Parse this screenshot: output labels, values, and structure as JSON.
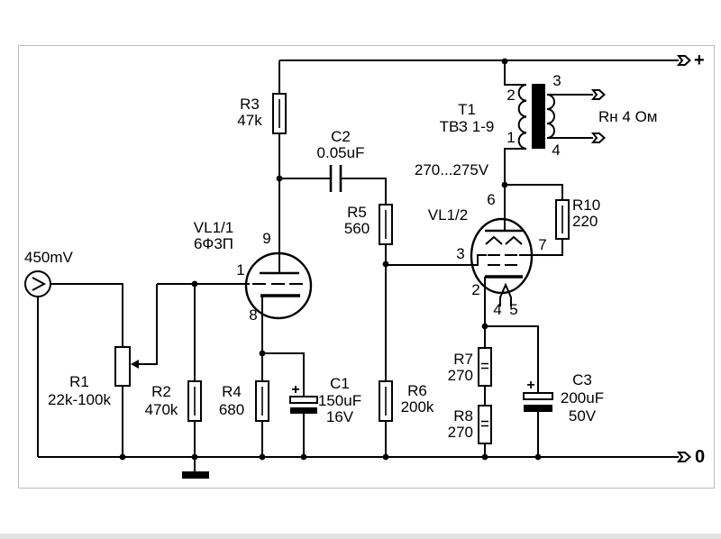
{
  "schematic": {
    "annotations": {
      "input_level": "450mV",
      "anode_voltage": "270...275V",
      "load_impedance": "Rн 4 Ом"
    },
    "terminals": {
      "plus": "+",
      "zero": "0"
    },
    "components": {
      "r1": {
        "name": "R1",
        "value": "22k-100k"
      },
      "r2": {
        "name": "R2",
        "value": "470k"
      },
      "r3": {
        "name": "R3",
        "value": "47k"
      },
      "r4": {
        "name": "R4",
        "value": "680"
      },
      "r5": {
        "name": "R5",
        "value": "560"
      },
      "r6": {
        "name": "R6",
        "value": "200k"
      },
      "r7": {
        "name": "R7",
        "value": "270"
      },
      "r8": {
        "name": "R8",
        "value": "270"
      },
      "r10": {
        "name": "R10",
        "value": "220"
      },
      "c1": {
        "name": "C1",
        "value": "150uF",
        "voltage": "16V",
        "polarity": "+"
      },
      "c2": {
        "name": "C2",
        "value": "0.05uF"
      },
      "c3": {
        "name": "C3",
        "value": "200uF",
        "voltage": "50V",
        "polarity": "+"
      },
      "t1": {
        "name": "T1",
        "value": "ТВЗ 1-9",
        "pins": {
          "primary_top": "2",
          "primary_bottom": "1",
          "secondary_top": "3",
          "secondary_bottom": "4"
        }
      },
      "vl1_1": {
        "name": "VL1/1",
        "type": "6Ф3П",
        "pins": {
          "anode": "9",
          "grid": "1",
          "cathode": "8"
        }
      },
      "vl1_2": {
        "name": "VL1/2",
        "pins": {
          "anode": "6",
          "grid": "3",
          "screen": "7",
          "cathode": "2",
          "heater_left": "4",
          "heater_right": "5"
        }
      }
    }
  }
}
